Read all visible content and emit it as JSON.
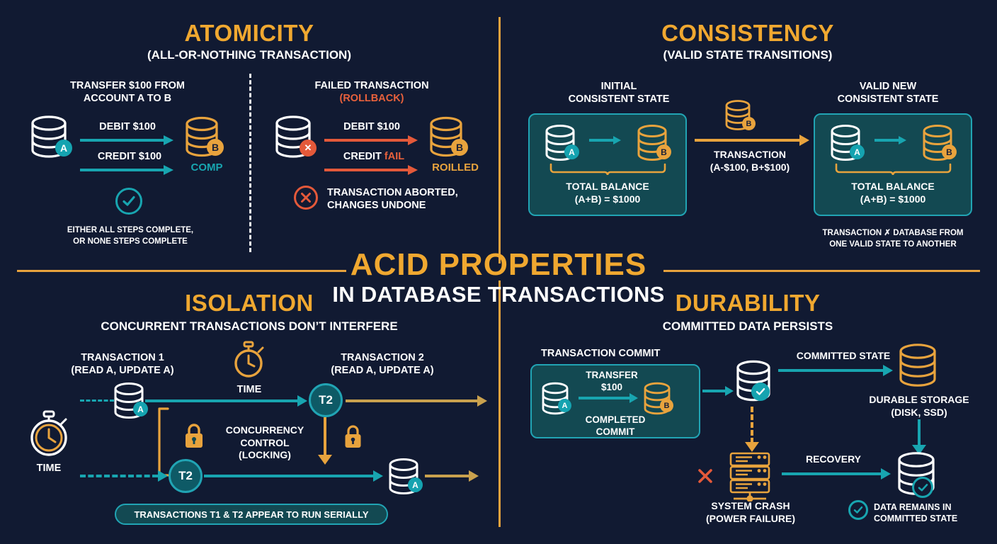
{
  "master_title": {
    "line1": "ACID PROPERTIES",
    "line2": "IN DATABASE TRANSACTIONS"
  },
  "colors": {
    "background": "#111a32",
    "gold": "#e8a33d",
    "teal": "#18a5b0",
    "orange": "#e4593a",
    "panel_fill": "#134952",
    "panel_border": "#21a4b4",
    "white": "#ffffff",
    "khaki": "#c9a14e"
  },
  "atomicity": {
    "title": "ATOMICITY",
    "subtitle": "(ALL-OR-NOTHING TRANSACTION)",
    "left": {
      "heading_line1": "TRANSFER $100 FROM",
      "heading_line2": "ACCOUNT A TO B",
      "arrow1_label": "DEBIT $100",
      "arrow2_label": "CREDIT $100",
      "db_a_badge": "A",
      "db_b_badge": "B",
      "status": "COMP",
      "footer_line1": "EITHER ALL STEPS COMPLETE,",
      "footer_line2": "OR NONE STEPS COMPLETE",
      "check_icon": "check-circle-icon"
    },
    "right": {
      "heading_line1": "FAILED TRANSACTION",
      "heading_line2": "(ROLLBACK)",
      "arrow1_label": "DEBIT $100",
      "arrow2_label_a": "CREDIT ",
      "arrow2_label_b": "fAIL",
      "db_a_badge": "✕",
      "db_b_badge": "B",
      "status": "ROILLED",
      "footer_line1": "TRANSACTION ABORTED,",
      "footer_line2": "CHANGES UNDONE",
      "x_icon": "x-circle-icon"
    }
  },
  "consistency": {
    "title": "CONSISTENCY",
    "subtitle": "(VALID STATE TRANSITIONS)",
    "left_heading_line1": "INITIAL",
    "left_heading_line2": "CONSISTENT STATE",
    "right_heading_line1": "VALID NEW",
    "right_heading_line2": "CONSISTENT STATE",
    "left_panel": {
      "db_a_badge": "A",
      "db_b_badge": "B",
      "balance_line1": "TOTAL BALANCE",
      "balance_line2": "(A+B) = $1000"
    },
    "right_panel": {
      "db_a_badge": "A",
      "db_b_badge": "B",
      "balance_line1": "TOTAL BALANCE",
      "balance_line2": "(A+B) = $1000"
    },
    "middle": {
      "db_badge": "B",
      "label_line1": "TRANSACTION",
      "label_line2": "(A-$100, B+$100)"
    },
    "footer_line1": "TRANSACTION ✗ DATABASE FROM",
    "footer_line2": "ONE VALID STATE TO ANOTHER"
  },
  "isolation": {
    "title": "ISOLATION",
    "subtitle": "CONCURRENT TRANSACTIONS DON’T INTERFERE",
    "t1_line1": "TRANSACTION 1",
    "t1_line2": "(READ A, UPDATE A)",
    "t2_line1": "TRANSACTION 2",
    "t2_line2": "(READ A, UPDATE A)",
    "timer_label": "TIME",
    "clock_label": "TIME",
    "node_top": "T2",
    "node_bottom": "T2",
    "db_top_badge": "A",
    "db_bottom_badge": "A",
    "concurrency_line1": "CONCURRENCY",
    "concurrency_line2": "CONTROL",
    "concurrency_line3": "(LOCKING)",
    "lock_icon": "lock-icon",
    "footer_pill": "TRANSACTIONS T1 & T2 APPEAR TO RUN SERIALLY"
  },
  "durability": {
    "title": "DURABILITY",
    "subtitle": "COMMITTED DATA PERSISTS",
    "commit_heading": "TRANSACTION COMMIT",
    "panel": {
      "transfer_line1": "TRANSFER",
      "transfer_line2": "$100",
      "db_a_badge": "A",
      "db_b_badge": "B",
      "completed_line1": "COMPLETED",
      "completed_line2": "COMMIT"
    },
    "committed_state_label": "COMMITTED STATE",
    "durable_storage_line1": "DURABLE STORAGE",
    "durable_storage_line2": "(DISK, SSD)",
    "crash_line1": "SYSTEM CRASH",
    "crash_line2": "(POWER FAILURE)",
    "recovery_label": "RECOVERY",
    "footer_line1": "DATA REMAINS IN",
    "footer_line2": "COMMITTED STATE",
    "server_icon": "server-rack-icon",
    "crash_x_icon": "x-mark-icon",
    "check_icon": "check-circle-icon"
  }
}
